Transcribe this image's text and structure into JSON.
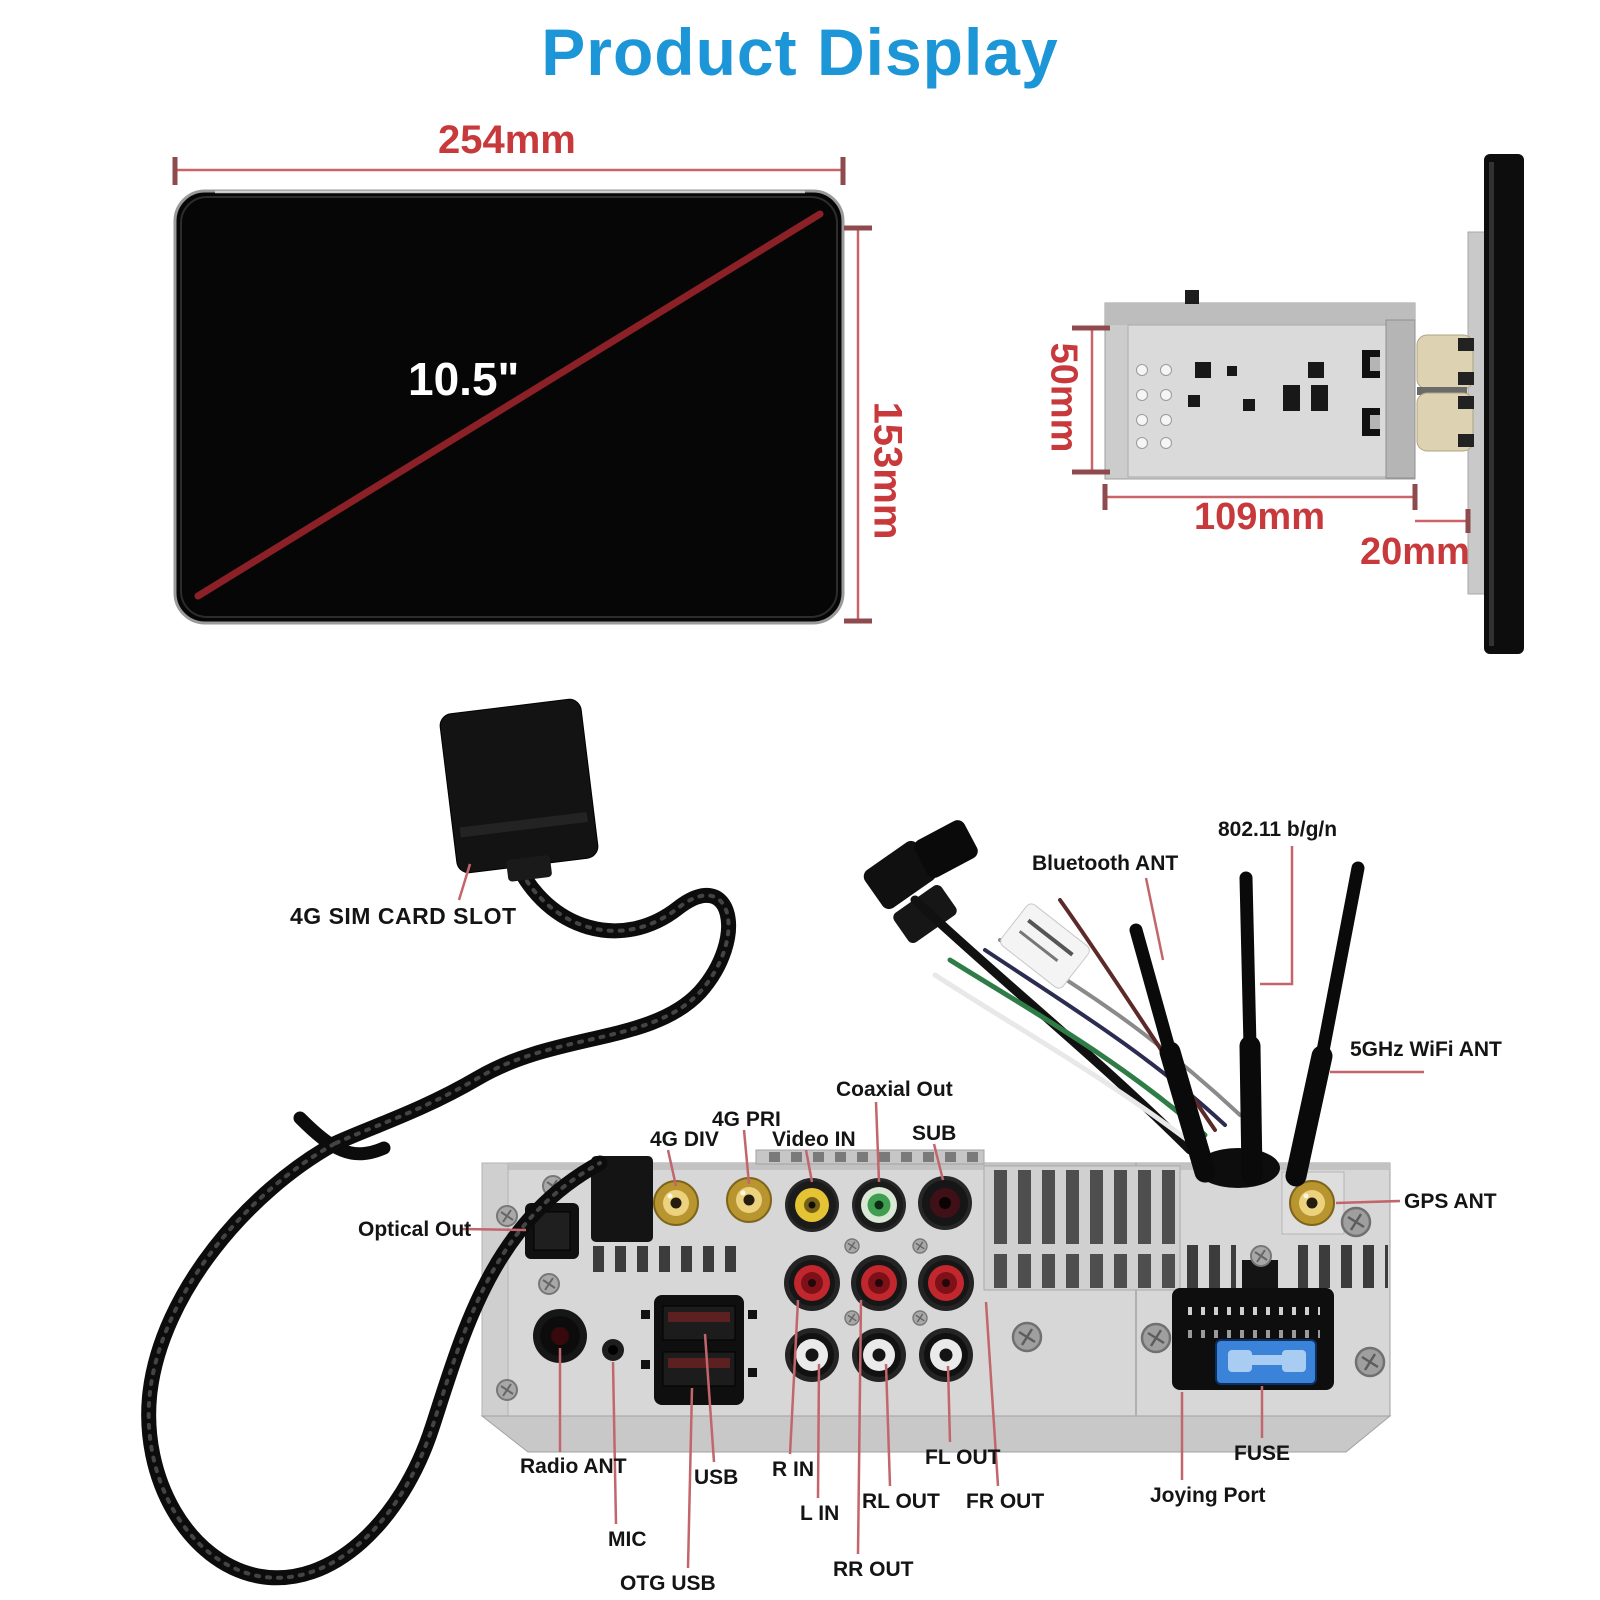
{
  "title": "Product Display",
  "front_view": {
    "width": "254mm",
    "height": "153mm",
    "diagonal": "10.5\""
  },
  "side_view": {
    "height": "50mm",
    "depth": "109mm",
    "screen_gap": "20mm"
  },
  "rear_view": {
    "sim": "4G SIM CARD SLOT",
    "optical": "Optical Out",
    "g4_div": "4G DIV",
    "g4_pri": "4G PRI",
    "video_in": "Video IN",
    "coaxial_out": "Coaxial Out",
    "sub": "SUB",
    "bluetooth_ant": "Bluetooth ANT",
    "wifi_bgn": "802.11 b/g/n",
    "wifi_5g": "5GHz WiFi ANT",
    "gps_ant": "GPS ANT",
    "radio_ant": "Radio ANT",
    "mic": "MIC",
    "otg_usb": "OTG USB",
    "usb": "USB",
    "r_in": "R IN",
    "l_in": "L IN",
    "rr_out": "RR OUT",
    "rl_out": "RL OUT",
    "fl_out": "FL OUT",
    "fr_out": "FR OUT",
    "joying_port": "Joying Port",
    "fuse": "FUSE"
  },
  "colors": {
    "title_blue": "#1d96d8",
    "dimension_red": "#c8393c",
    "leader_pink": "#c2666c",
    "screen_diagonal_red": "#8b2126",
    "fuse_blue": "#3b82d9"
  }
}
